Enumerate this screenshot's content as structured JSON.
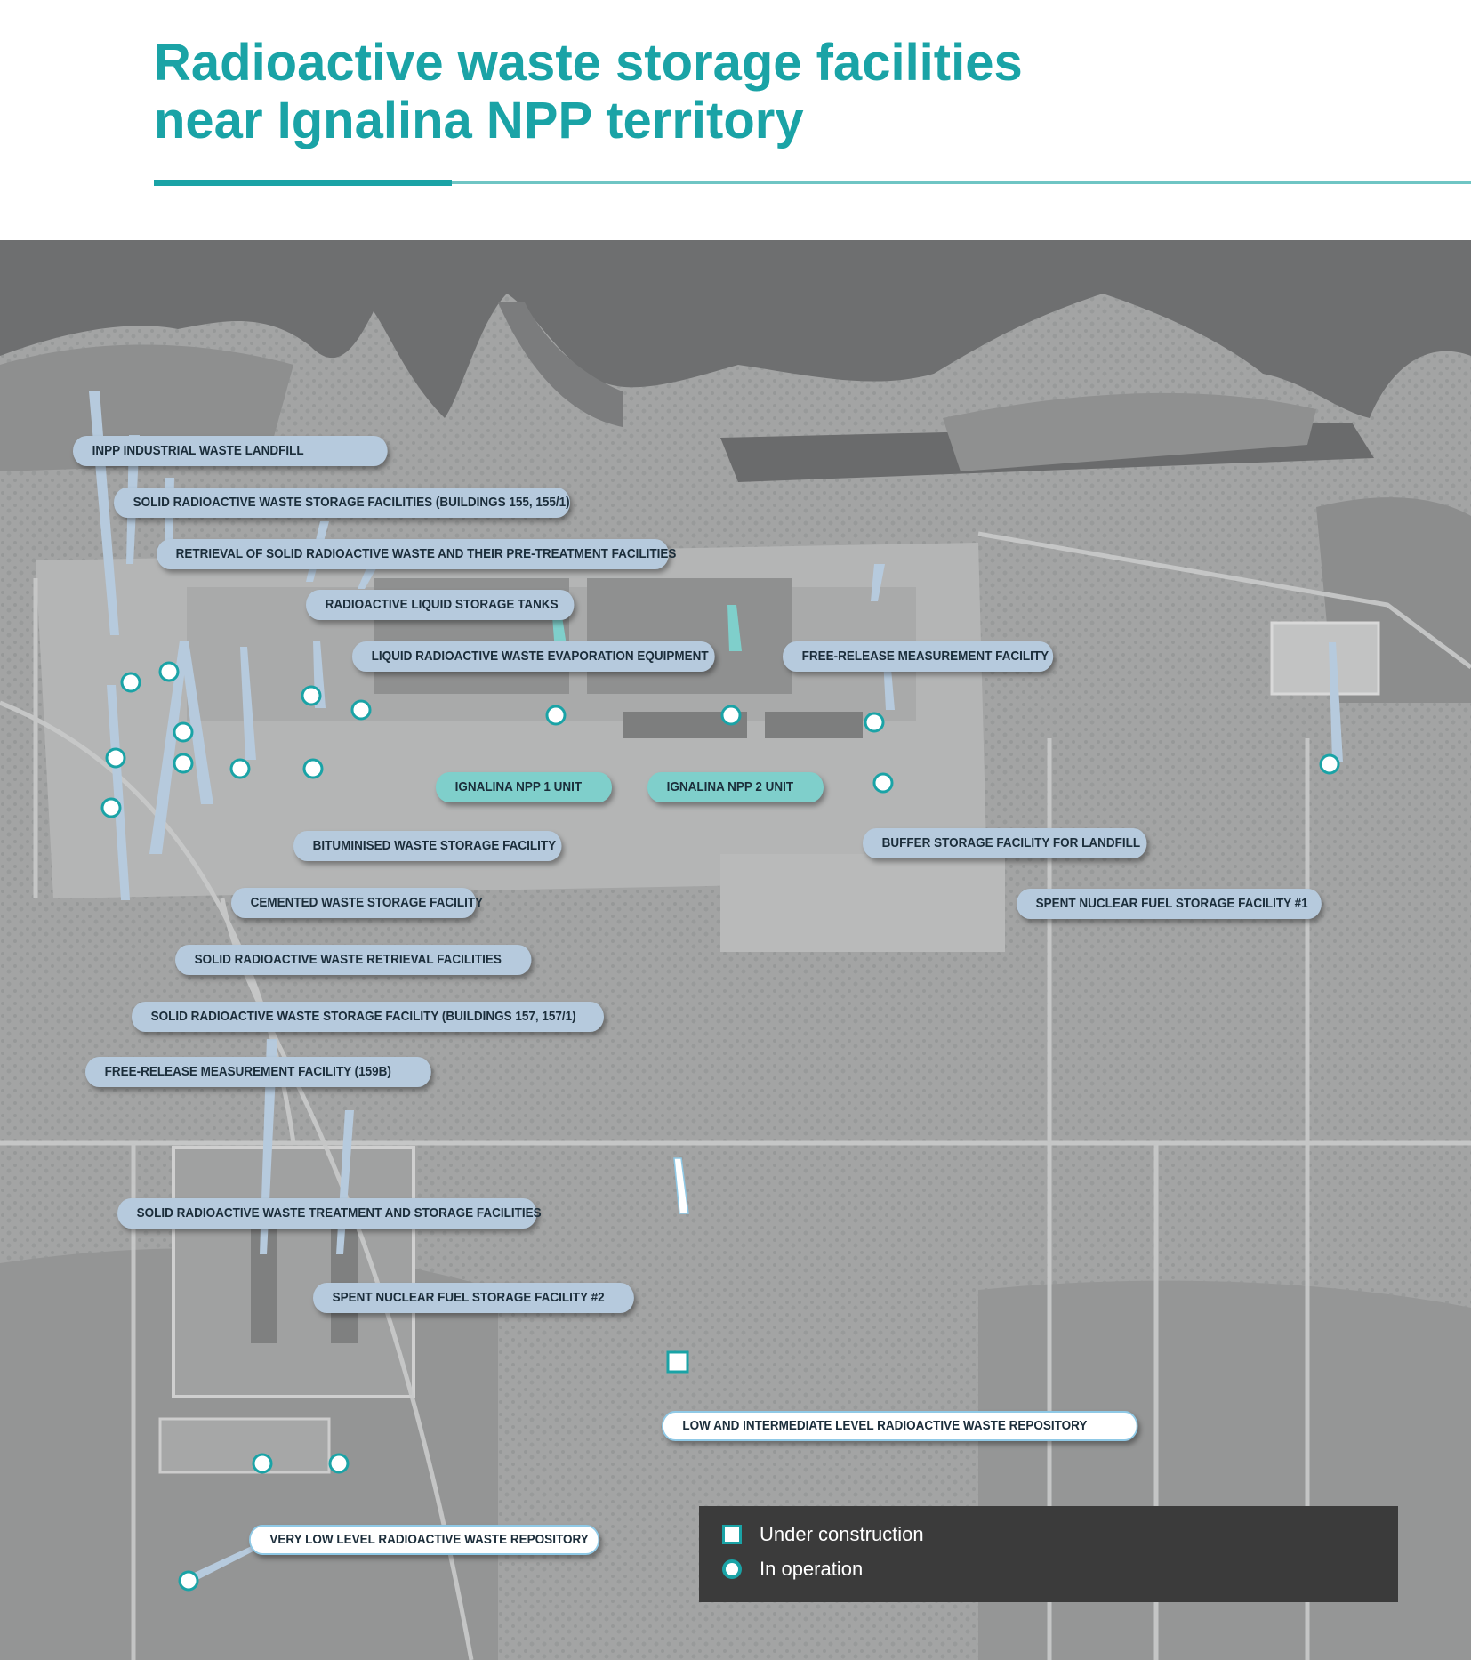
{
  "title": {
    "line1": "Radioactive waste storage facilities",
    "line2": "near Ignalina NPP territory"
  },
  "colors": {
    "title": "#1aa3a6",
    "callout_default": "#b6cadd",
    "callout_unit": "#7fcfcb",
    "callout_white": "#ffffff",
    "marker_stroke": "#1aa3a6",
    "legend_bg": "#3b3b3b"
  },
  "legend": {
    "items": [
      {
        "symbol": "square",
        "label": "Under construction"
      },
      {
        "symbol": "circle",
        "label": "In operation"
      }
    ]
  },
  "labels": {
    "inpp_landfill": "INPP INDUSTRIAL WASTE LANDFILL",
    "srw_155": "SOLID RADIOACTIVE WASTE STORAGE FACILITIES (BUILDINGS 155, 155/1)",
    "retrieval_pretreatment": "RETRIEVAL OF SOLID RADIOACTIVE WASTE AND THEIR PRE-TREATMENT FACILITIES",
    "liquid_tanks": "RADIOACTIVE LIQUID STORAGE TANKS",
    "evaporation": "LIQUID RADIOACTIVE WASTE EVAPORATION EQUIPMENT",
    "free_release": "FREE-RELEASE MEASUREMENT FACILITY",
    "unit1": "IGNALINA NPP 1 UNIT",
    "unit2": "IGNALINA NPP 2 UNIT",
    "bituminised": "BITUMINISED WASTE STORAGE FACILITY",
    "buffer_storage": "BUFFER STORAGE FACILITY FOR LANDFILL",
    "cemented": "CEMENTED WASTE STORAGE FACILITY",
    "snf1": "SPENT NUCLEAR FUEL STORAGE FACILITY #1",
    "srw_retrieval": "SOLID RADIOACTIVE WASTE RETRIEVAL FACILITIES",
    "srw_157": "SOLID RADIOACTIVE WASTE STORAGE FACILITY (BUILDINGS 157, 157/1)",
    "free_release_159b": "FREE-RELEASE MEASUREMENT FACILITY (159B)",
    "srw_treatment": "SOLID RADIOACTIVE WASTE TREATMENT AND STORAGE FACILITIES",
    "snf2": "SPENT NUCLEAR FUEL STORAGE FACILITY #2",
    "lilw_repository": "LOW AND INTERMEDIATE LEVEL RADIOACTIVE WASTE REPOSITORY",
    "vllw_repository": "VERY LOW LEVEL RADIOACTIVE WASTE REPOSITORY"
  }
}
